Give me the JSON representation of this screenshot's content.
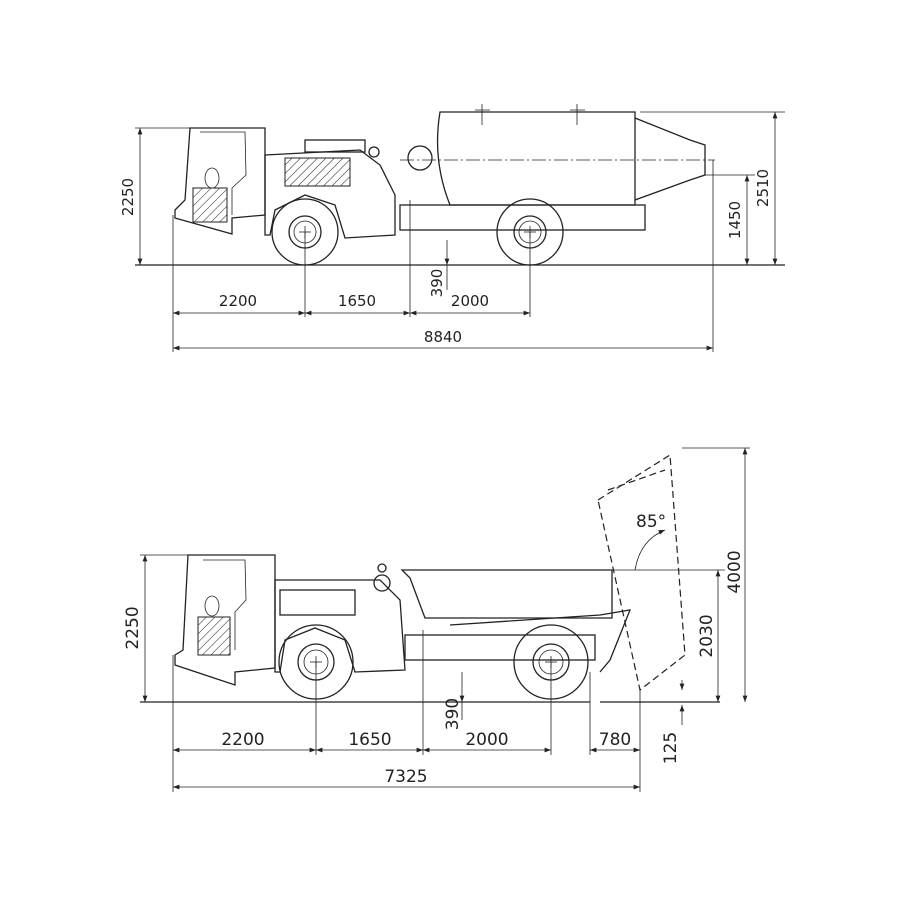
{
  "tanker_view": {
    "dims": {
      "height_cab": "2250",
      "height_total": "2510",
      "height_axis": "1450",
      "clearance": "390",
      "front_overhang": "2200",
      "front_to_hinge": "1650",
      "hinge_to_rear": "2000",
      "overall_length": "8840"
    }
  },
  "dumper_view": {
    "dims": {
      "height_cab": "2250",
      "height_tipped": "4000",
      "height_body": "2030",
      "clearance": "390",
      "front_overhang": "2200",
      "front_to_hinge": "1650",
      "hinge_to_rear": "2000",
      "rear_overhang": "780",
      "tail_clearance": "125",
      "overall_length": "7325",
      "tip_angle": "85°"
    }
  }
}
